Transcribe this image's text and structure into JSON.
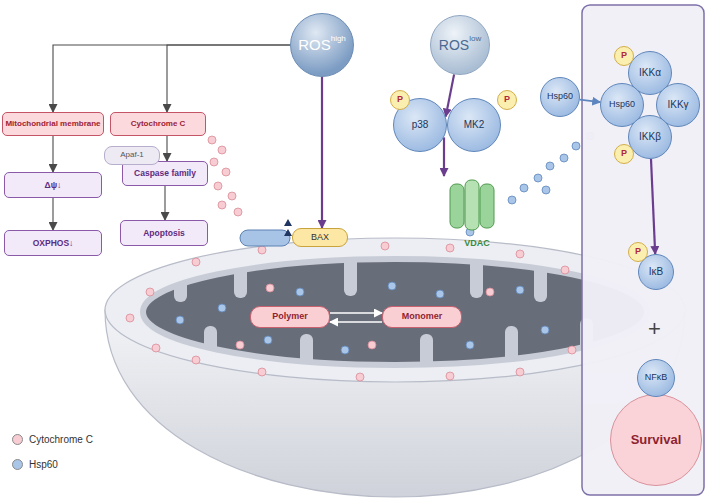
{
  "diagram": {
    "nodes": [
      {
        "text": [
          "ROS",
          "high"
        ]
      },
      {
        "text": [
          "ROS",
          "low"
        ]
      },
      {
        "text": [
          "Mitochondrial membrane"
        ]
      },
      {
        "text": [
          "Cytochrome C"
        ]
      },
      {
        "text": [
          "Apaf-1"
        ]
      },
      {
        "text": [
          "Caspase family"
        ]
      },
      {
        "text": [
          "Δψ↓"
        ]
      },
      {
        "text": [
          "Apoptosis"
        ]
      },
      {
        "text": [
          "OXPHOS↓"
        ]
      },
      {
        "text": [
          "BAX"
        ]
      },
      {
        "text": [
          "P"
        ]
      },
      {
        "text": [
          "p38"
        ]
      },
      {
        "text": [
          "MK2"
        ]
      },
      {
        "text": [
          "P"
        ]
      },
      {
        "text": [
          "VDAC"
        ]
      },
      {
        "text": [
          "Hsp60"
        ]
      },
      {
        "text": [
          "P"
        ]
      },
      {
        "text": [
          "IKKα"
        ]
      },
      {
        "text": [
          "Hsp60"
        ]
      },
      {
        "text": [
          "IKKγ"
        ]
      },
      {
        "text": [
          "IKKβ"
        ]
      },
      {
        "text": [
          "P"
        ]
      },
      {
        "text": [
          "P"
        ]
      },
      {
        "text": [
          "IκB"
        ]
      },
      {
        "text": [
          "NFκB"
        ]
      },
      {
        "text": [
          "Survival"
        ]
      },
      {
        "text": [
          "Polymer"
        ]
      },
      {
        "text": [
          "Monomer"
        ]
      }
    ],
    "edges": [
      {
        "from": 0,
        "to": 2,
        "arrow": "to"
      },
      {
        "from": 0,
        "to": 3,
        "arrow": "to"
      },
      {
        "from": 2,
        "to": 6,
        "arrow": "to"
      },
      {
        "from": 6,
        "to": 8,
        "arrow": "to"
      },
      {
        "from": 3,
        "to": 5,
        "arrow": "to"
      },
      {
        "from": 5,
        "to": 7,
        "arrow": "to"
      },
      {
        "from": 0,
        "to": 9,
        "arrow": "to"
      },
      {
        "from": 1,
        "to": 11,
        "arrow": "to"
      },
      {
        "from": 11,
        "to": 14,
        "arrow": "to"
      },
      {
        "from": 15,
        "to": 18,
        "arrow": "to"
      },
      {
        "from": 20,
        "to": 23,
        "arrow": "to"
      },
      {
        "from": 26,
        "to": 27,
        "arrow": "to"
      },
      {
        "from": 27,
        "to": 26,
        "arrow": "to"
      }
    ],
    "labels": [
      "+"
    ],
    "legend": [
      {
        "text": "Cytochrome C",
        "color": "#f7cdd3"
      },
      {
        "text": "Hsp60",
        "color": "#a9c5e8"
      }
    ]
  }
}
